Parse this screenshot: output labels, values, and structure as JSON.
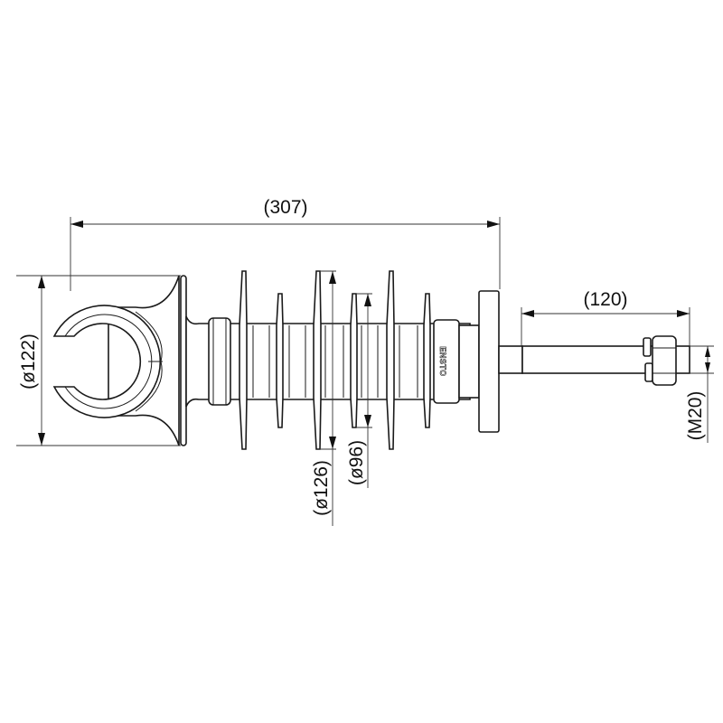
{
  "drawing": {
    "dimensions": {
      "overall_length": "(307)",
      "clamp_diameter": "(ø122)",
      "shed_large_diameter": "(ø126)",
      "shed_small_diameter": "(ø96)",
      "rod_length": "(120)",
      "thread": "(M20)"
    },
    "brand_mark": "ENSTO",
    "colors": {
      "line": "#1a1a1a",
      "background": "#ffffff"
    }
  }
}
